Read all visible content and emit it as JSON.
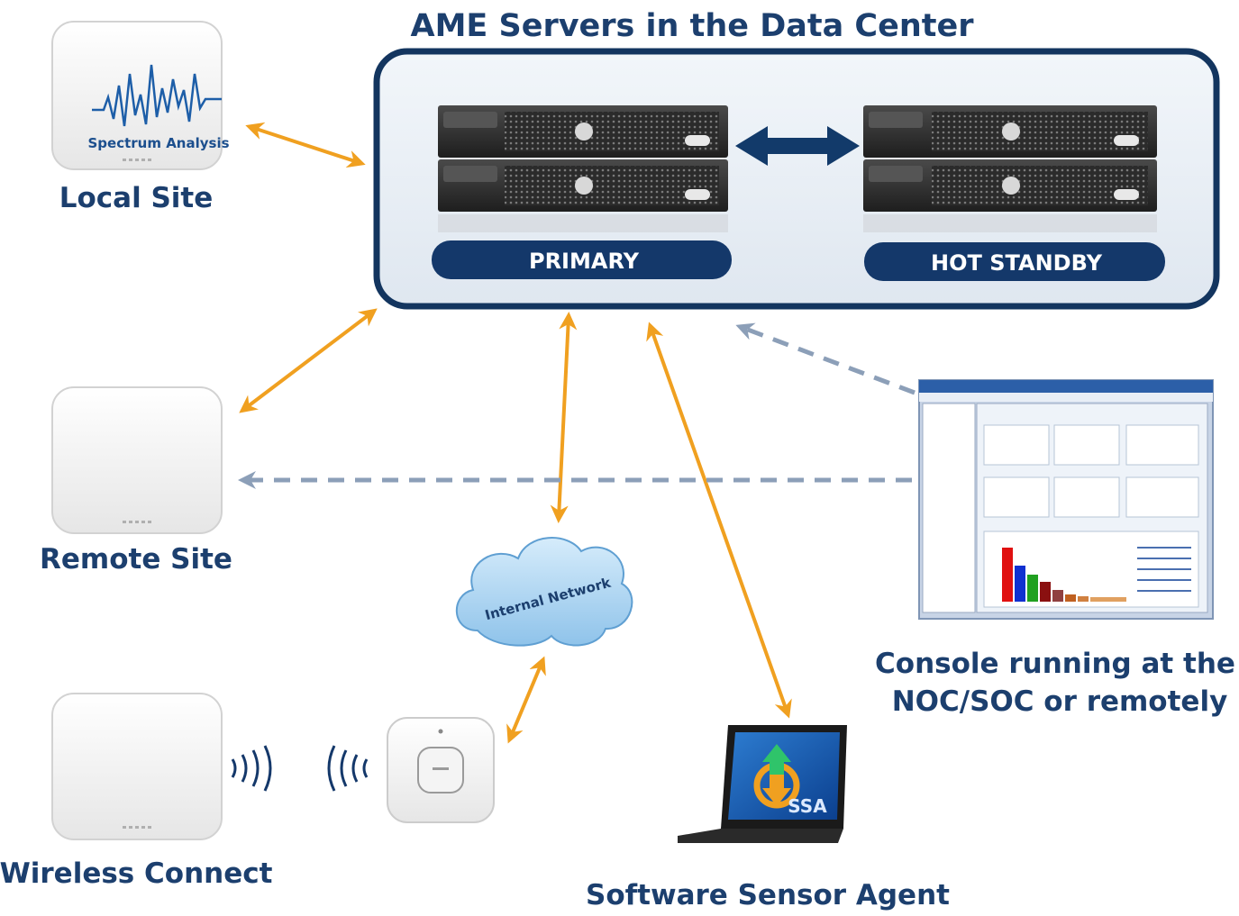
{
  "title": "AME Servers in the Data Center",
  "servers": {
    "primary_label": "PRIMARY",
    "standby_label": "HOT STANDBY"
  },
  "sites": {
    "local": {
      "label": "Local Site",
      "device_text": "Spectrum Analysis",
      "icon": "spectrum-sensor-icon"
    },
    "remote": {
      "label": "Remote Site",
      "icon": "sensor-device-icon"
    },
    "wireless": {
      "label": "Wireless Connect",
      "icon": "sensor-device-icon"
    }
  },
  "network": {
    "cloud_text": "Internal Network",
    "icon": "cloud-icon",
    "ap_icon": "access-point-icon"
  },
  "agent": {
    "label": "Software Sensor Agent",
    "laptop_text": "SSA",
    "icon": "laptop-icon"
  },
  "console": {
    "label_line1": "Console running at the",
    "label_line2": "NOC/SOC or remotely",
    "icon": "console-window-icon"
  },
  "colors": {
    "title_text": "#1c3f6e",
    "frame_border": "#13355f",
    "label_bar": "#14386a",
    "link_arrow": "#f0a020",
    "sync_arrow": "#123a6a",
    "dashed_arrow": "#8c9fb8"
  }
}
